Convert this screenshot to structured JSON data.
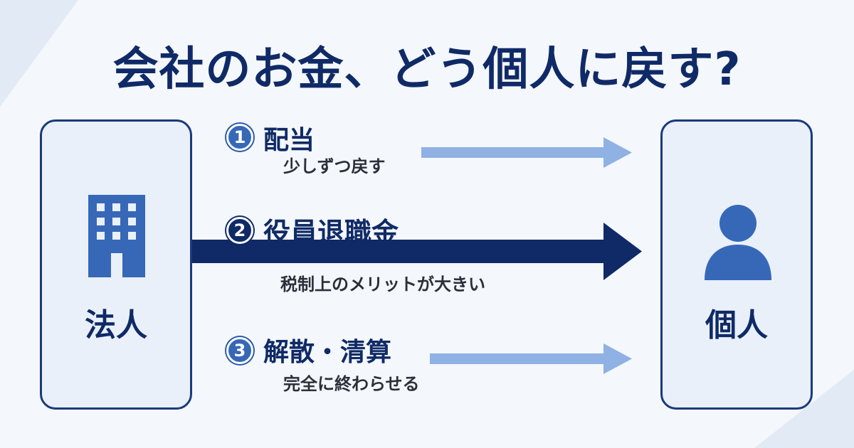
{
  "title": "会社のお金、どう個人に戻す?",
  "left_entity": {
    "label": "法人",
    "icon": "building-icon"
  },
  "right_entity": {
    "label": "個人",
    "icon": "person-icon"
  },
  "steps": [
    {
      "number": "1",
      "title": "配当",
      "subtitle": "少しずつ戻す",
      "emphasis": "light"
    },
    {
      "number": "2",
      "title": "役員退職金",
      "subtitle": "税制上のメリットが大きい",
      "emphasis": "strong"
    },
    {
      "number": "3",
      "title": "解散・清算",
      "subtitle": "完全に終わらせる",
      "emphasis": "light"
    }
  ],
  "colors": {
    "navy": "#0f2a66",
    "light_arrow": "#8fb1e3",
    "icon_blue": "#3768b8",
    "box_fill": "#e9f0fa",
    "background": "#f4f7fb"
  }
}
